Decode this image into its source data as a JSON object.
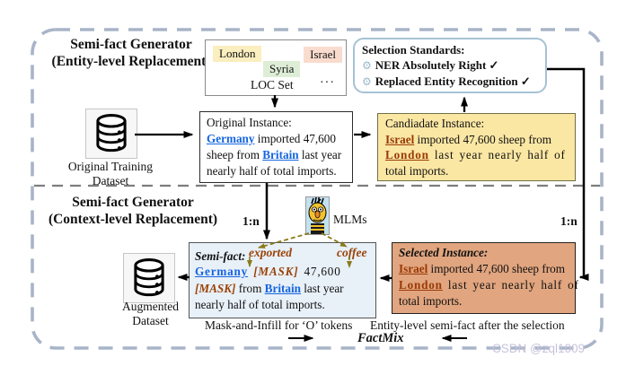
{
  "generators": {
    "entity": {
      "line1": "Semi-fact Generator",
      "line2": "(Entity-level Replacement)"
    },
    "context": {
      "line1": "Semi-fact Generator",
      "line2": "(Context-level Replacement)"
    }
  },
  "loc_set": {
    "chips": [
      {
        "label": "London"
      },
      {
        "label": "Syria"
      },
      {
        "label": "Israel"
      }
    ],
    "caption": "LOC Set",
    "more": "···"
  },
  "selection_standards": {
    "title": "Selection Standards:",
    "items": [
      {
        "icon": "ai-model-icon",
        "label": "NER Absolutely Right ✓"
      },
      {
        "icon": "ai-model-icon",
        "label": "Replaced Entity Recognition ✓"
      }
    ]
  },
  "datasets": {
    "original": {
      "line1": "Original Training",
      "line2": "Dataset"
    },
    "augmented": {
      "line1": "Augmented",
      "line2": "Dataset"
    }
  },
  "boxes": {
    "original_instance": {
      "title": "Original Instance:",
      "lines": [
        [
          {
            "t": "Germany",
            "s": "blue"
          },
          {
            "t": " imported 47,600",
            "s": "plain"
          }
        ],
        [
          {
            "t": "sheep from ",
            "s": "plain"
          },
          {
            "t": "Britain",
            "s": "blue"
          },
          {
            "t": " last year",
            "s": "plain"
          }
        ],
        [
          {
            "t": "nearly half of total imports.",
            "s": "plain"
          }
        ]
      ]
    },
    "candidate_instance": {
      "title": "Candiadate Instance:",
      "lines": [
        [
          {
            "t": "Israel",
            "s": "red"
          },
          {
            "t": " imported 47,600 sheep from",
            "s": "plain"
          }
        ],
        [
          {
            "t": "London",
            "s": "red"
          },
          {
            "t": " last year nearly half of",
            "s": "plain"
          }
        ],
        [
          {
            "t": "total imports.",
            "s": "plain"
          }
        ]
      ]
    },
    "semi_fact": {
      "title": "Semi-fact:",
      "infill_words": {
        "left": "exported",
        "right": "coffee"
      },
      "lines": [
        [
          {
            "t": "Germany",
            "s": "blue"
          },
          {
            "t": " ",
            "s": "plain"
          },
          {
            "t": "[MASK]",
            "s": "mask"
          },
          {
            "t": " 47,600",
            "s": "plain"
          }
        ],
        [
          {
            "t": "[MASK]",
            "s": "mask"
          },
          {
            "t": " from ",
            "s": "plain"
          },
          {
            "t": "Britain",
            "s": "blue"
          },
          {
            "t": " last year",
            "s": "plain"
          }
        ],
        [
          {
            "t": "nearly half of total imports.",
            "s": "plain"
          }
        ]
      ]
    },
    "selected_instance": {
      "title": "Selected Instance:",
      "lines": [
        [
          {
            "t": "Israel",
            "s": "red"
          },
          {
            "t": " imported 47,600 sheep from",
            "s": "plain"
          }
        ],
        [
          {
            "t": "London",
            "s": "red"
          },
          {
            "t": " last year nearly half of",
            "s": "plain"
          }
        ],
        [
          {
            "t": "total imports.",
            "s": "plain"
          }
        ]
      ]
    }
  },
  "labels": {
    "ratio_left": "1:n",
    "ratio_right": "1:n",
    "mlms": "MLMs",
    "mask_infill": "Mask-and-Infill for ‘O’ tokens",
    "entity_semifact": "Entity-level semi-fact after the selection",
    "factmix": "FactMix"
  },
  "watermark": {
    "text": "CSDN @zql1009"
  },
  "colors": {
    "entity_blue": "#1565E0",
    "entity_red": "#993905",
    "mask_brown": "#9A4206",
    "candidate_bg": "#FBE7A4",
    "selected_bg": "#E1A57F",
    "semifact_bg": "#E8F0F8",
    "chip_yellow": "#FBEEBF",
    "chip_green": "#DEEDD6",
    "chip_pink": "#F9DCCE",
    "frame_dash": "#A8B4C8",
    "divider_dash": "#7D7D7D",
    "mlm_arrow": "#8B7A1A"
  }
}
